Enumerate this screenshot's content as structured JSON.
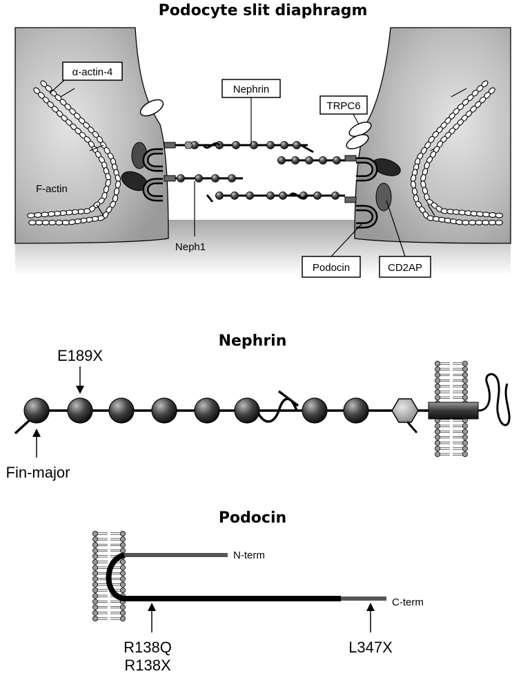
{
  "sections": {
    "slit_title": "Podocyte slit diaphragm",
    "nephrin_title": "Nephrin",
    "podocin_title": "Podocin"
  },
  "slit_labels": {
    "actinin": "α-actin-4",
    "factin": "F-actin",
    "nephrin": "Nephrin",
    "neph1": "Neph1",
    "trpc6": "TRPC6",
    "podocin": "Podocin",
    "cd2ap": "CD2AP"
  },
  "nephrin_mutations": {
    "e189x": "E189X",
    "finmajor": "Fin-major"
  },
  "podocin_labels": {
    "nterm": "N-term",
    "cterm": "C-term",
    "r138": "R138Q",
    "r138x": "R138X",
    "l347x": "L347X"
  }
}
